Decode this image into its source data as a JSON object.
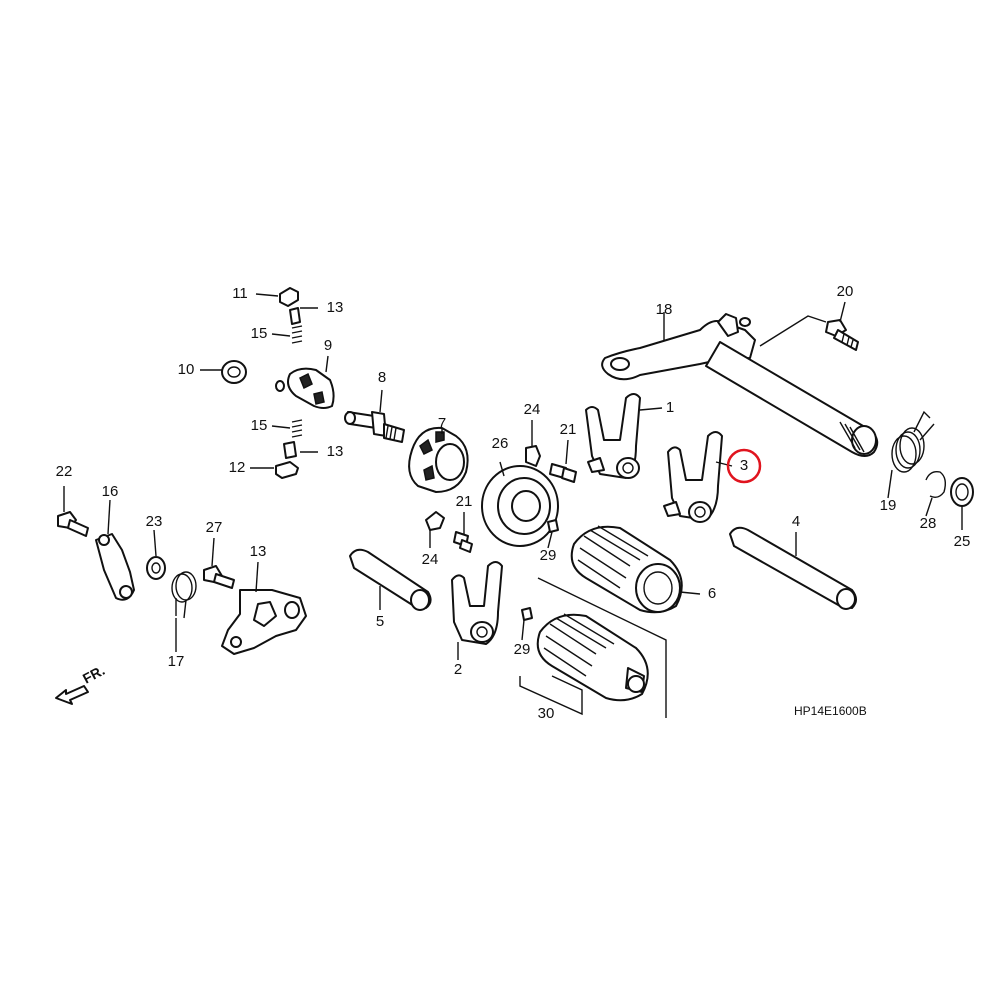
{
  "diagram": {
    "code": "HP14E1600B",
    "front_label": "FR.",
    "highlighted_callout": "3",
    "highlight_color": "#e0141e",
    "callouts": [
      "1",
      "2",
      "3",
      "4",
      "5",
      "6",
      "7",
      "8",
      "9",
      "10",
      "11",
      "12",
      "13",
      "13",
      "15",
      "15",
      "16",
      "17",
      "18",
      "19",
      "20",
      "21",
      "21",
      "22",
      "23",
      "24",
      "24",
      "25",
      "26",
      "27",
      "28",
      "29",
      "29",
      "30"
    ]
  }
}
